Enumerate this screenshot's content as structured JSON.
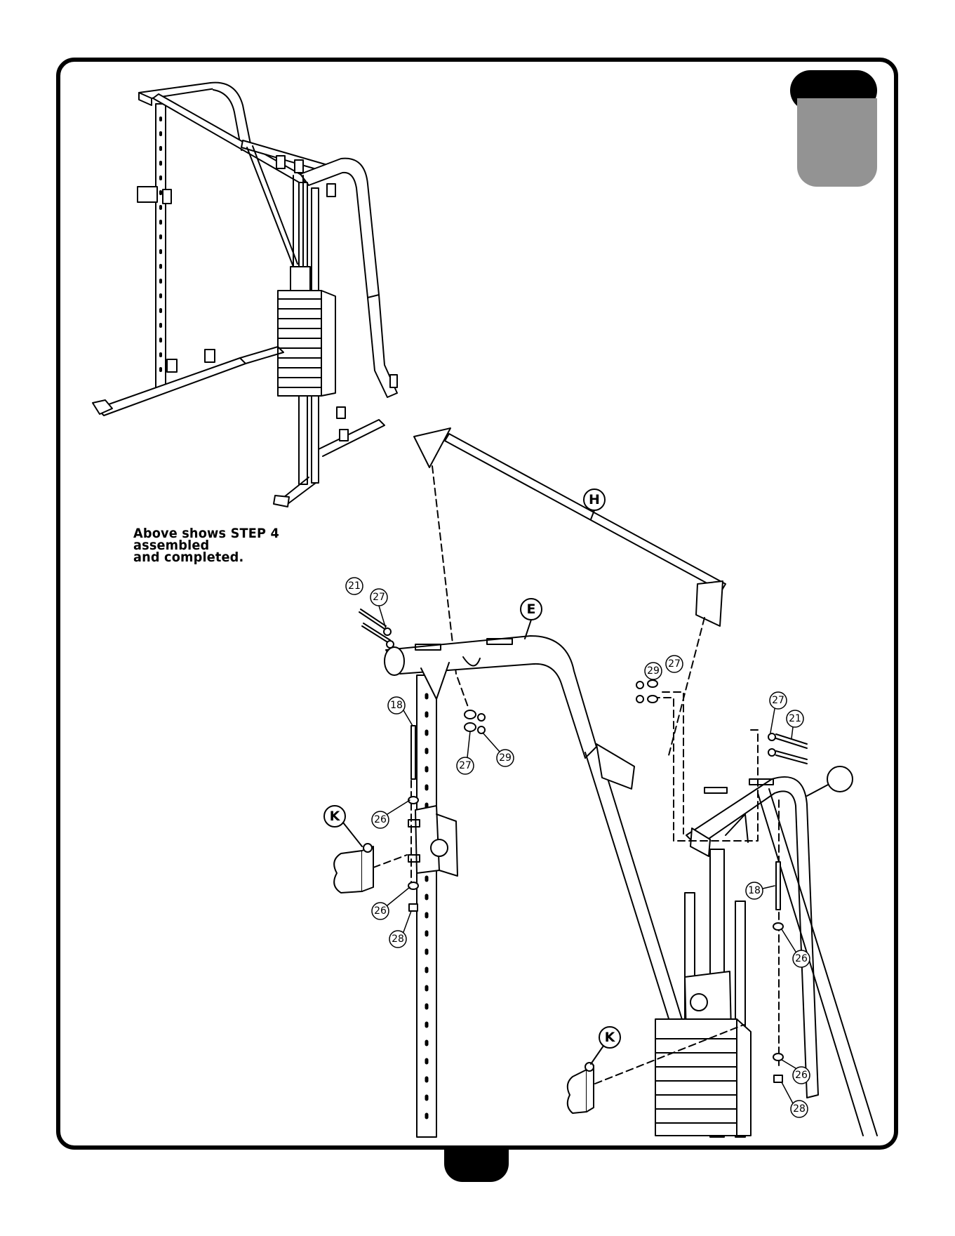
{
  "caption": {
    "line1": "Above shows STEP 4 assembled",
    "line2": "and completed."
  },
  "part_letters": {
    "h": "H",
    "e": "E",
    "k_left": "K",
    "k_right": "K"
  },
  "callouts": {
    "c21_left": "21",
    "c27_left_top": "27",
    "c18_left": "18",
    "c27_left_mid": "27",
    "c29_left_mid": "29",
    "c26_left_top": "26",
    "c26_left_bot": "26",
    "c28_left": "28",
    "c29_right": "29",
    "c27_right_top": "27",
    "c27_right": "27",
    "c21_right": "21",
    "c18_right": "18",
    "c26_right_top": "26",
    "c26_right_bot": "26",
    "c28_right": "28"
  },
  "colors": {
    "frame": "#000000",
    "tab_grey": "#939393"
  }
}
